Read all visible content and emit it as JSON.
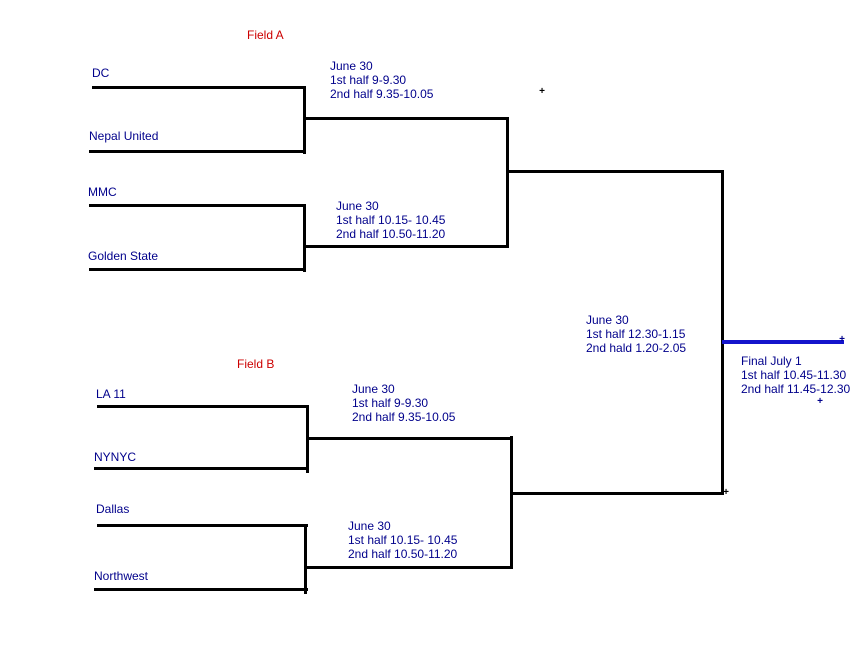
{
  "field_a": {
    "label": "Field A",
    "match_1": {
      "team_top": "DC",
      "team_bottom": "Nepal United",
      "schedule": [
        "June 30",
        "1st half 9-9.30",
        "2nd half 9.35-10.05"
      ]
    },
    "match_2": {
      "team_top": "MMC",
      "team_bottom": "Golden State",
      "schedule": [
        "June 30",
        "1st half 10.15- 10.45",
        "2nd half 10.50-11.20"
      ]
    }
  },
  "field_b": {
    "label": "Field B",
    "match_1": {
      "team_top": "LA 11",
      "team_bottom": "NYNYC",
      "schedule": [
        "June 30",
        "1st half 9-9.30",
        "2nd half 9.35-10.05"
      ]
    },
    "match_2": {
      "team_top": "Dallas",
      "team_bottom": "Northwest",
      "schedule": [
        "June 30",
        "1st half 10.15- 10.45",
        "2nd half 10.50-11.20"
      ]
    }
  },
  "semifinal": {
    "schedule": [
      "June 30",
      "1st half 12.30-1.15",
      "2nd hald 1.20-2.05"
    ]
  },
  "final": {
    "schedule": [
      "Final July 1",
      "1st half 10.45-11.30",
      "2nd half 11.45-12.30"
    ]
  },
  "marks": {
    "glyph": "+"
  },
  "colors": {
    "team_text": "#00008b",
    "field_label_text": "#cc0000",
    "bracket_line": "#000000",
    "final_line": "#1414cc"
  }
}
